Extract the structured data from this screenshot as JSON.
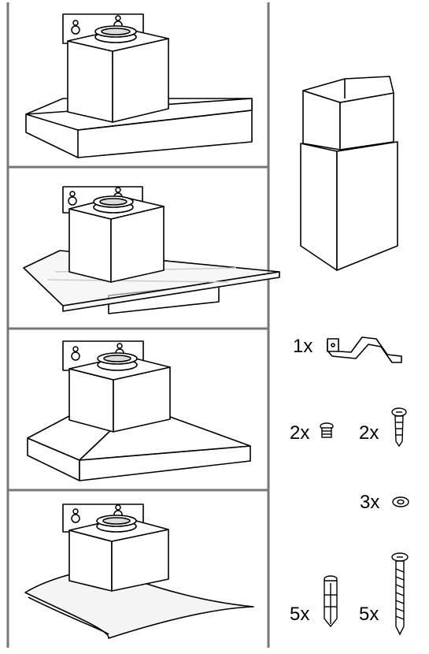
{
  "parts": {
    "bracket": {
      "qty": "1x"
    },
    "screw_small": {
      "qty": "2x"
    },
    "screw_medium": {
      "qty": "2x"
    },
    "washer": {
      "qty": "3x"
    },
    "wall_plug": {
      "qty": "5x"
    },
    "screw_long": {
      "qty": "5x"
    }
  },
  "colors": {
    "frame": "#777777",
    "ink": "#000000"
  }
}
